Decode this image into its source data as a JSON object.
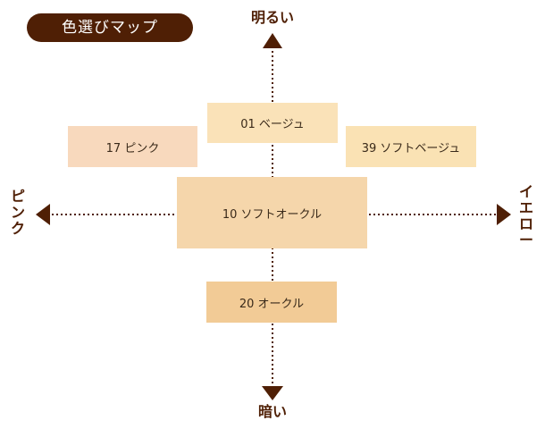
{
  "title": "色選びマップ",
  "axes": {
    "top": "明るい",
    "bottom": "暗い",
    "left": "ピンク",
    "right": "イエロー"
  },
  "swatches": [
    {
      "label": "01 ベージュ",
      "color": "#fae2b8"
    },
    {
      "label": "17 ピンク",
      "color": "#f8d9bd"
    },
    {
      "label": "39 ソフトベージュ",
      "color": "#fae2b4"
    },
    {
      "label": "10 ソフトオークル",
      "color": "#f5d6ab"
    },
    {
      "label": "20 オークル",
      "color": "#f2cb96"
    }
  ],
  "colors": {
    "brand": "#4f1f05"
  }
}
